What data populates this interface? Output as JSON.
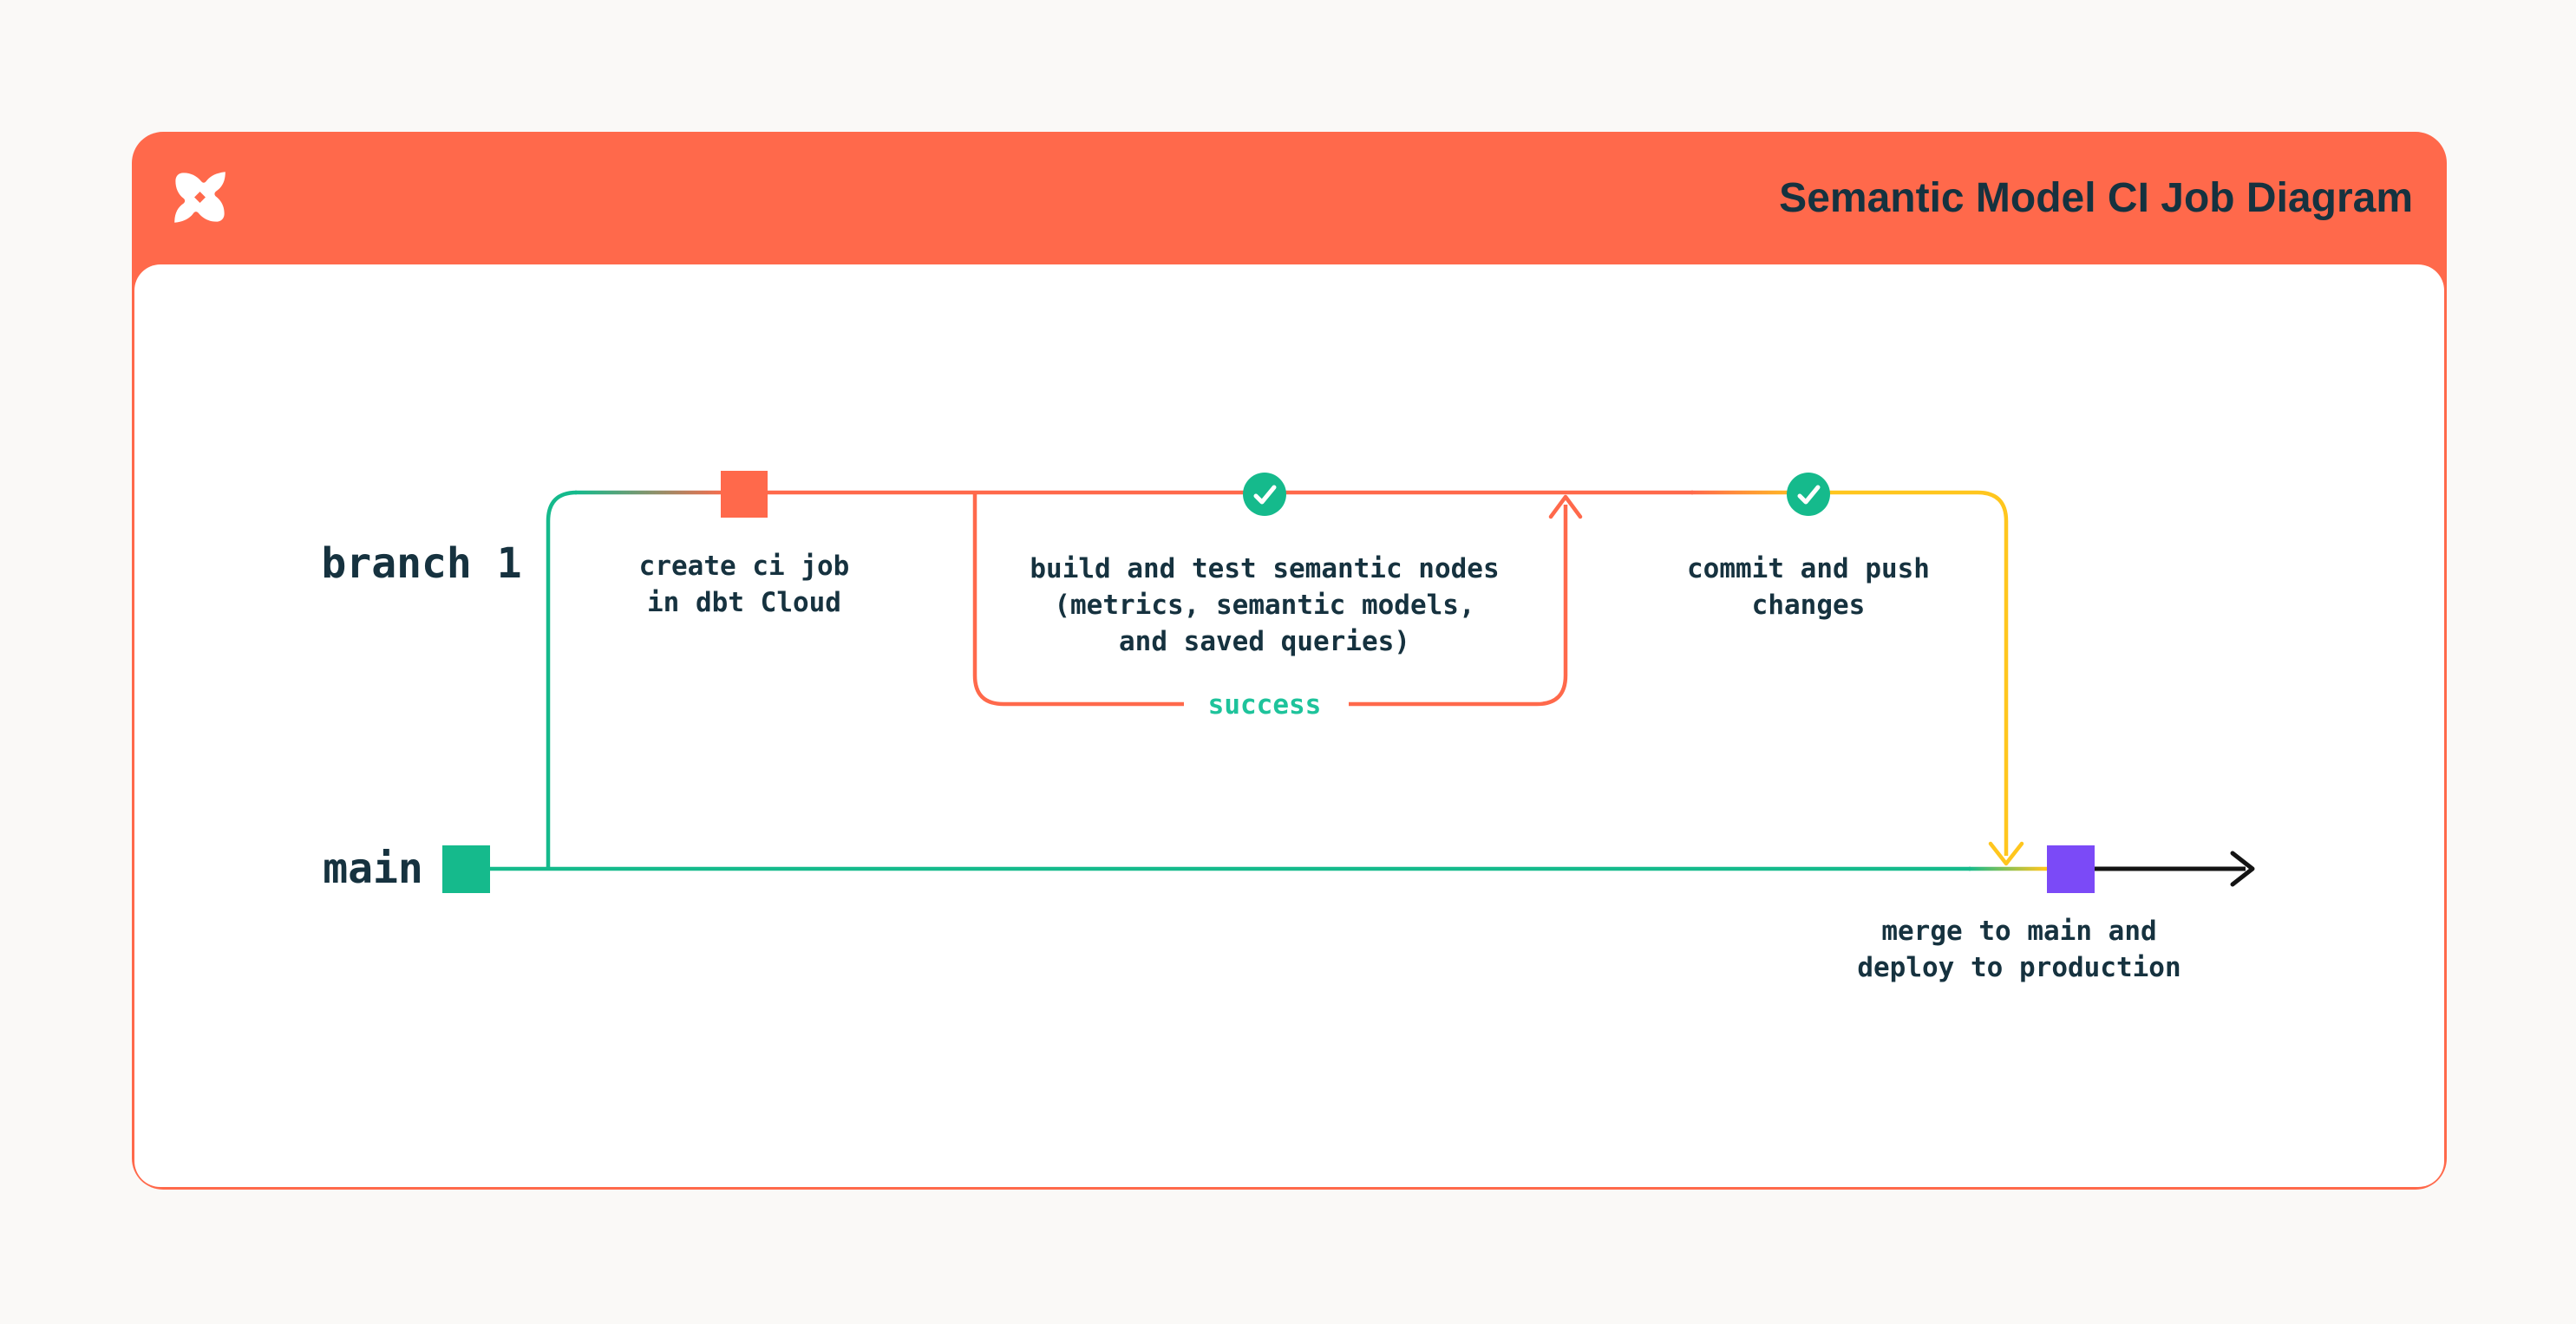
{
  "header": {
    "title": "Semantic Model CI Job Diagram",
    "logo": "dbt-logo"
  },
  "colors": {
    "coral": "#FF694B",
    "green": "#15BA8C",
    "success_green": "#1EC39B",
    "yellow": "#FFC61E",
    "purple": "#7B4AF7",
    "dark_text": "#16323F",
    "arrow_black": "#141414",
    "card_bg": "#FFFFFF",
    "page_bg": "#FAF9F7"
  },
  "diagram": {
    "branches": [
      {
        "id": "branch-1",
        "label": "branch 1"
      },
      {
        "id": "main",
        "label": "main"
      }
    ],
    "nodes": [
      {
        "id": "create-ci-job",
        "marker": "coral-square",
        "label": "create ci job\nin dbt Cloud"
      },
      {
        "id": "build-and-test",
        "marker": "check-circle",
        "label": "build and test semantic nodes\n(metrics, semantic models,\nand saved queries)"
      },
      {
        "id": "commit-and-push",
        "marker": "check-circle",
        "label": "commit and push\nchanges"
      },
      {
        "id": "merge-deploy",
        "marker": "purple-square",
        "label": "merge to main and\ndeploy to production"
      }
    ],
    "loop_label": "success"
  }
}
